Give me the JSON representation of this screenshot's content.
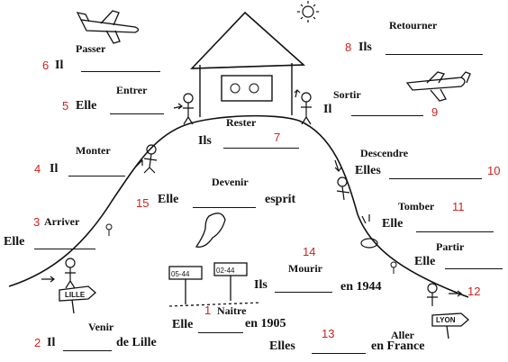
{
  "exercise": {
    "entries": [
      {
        "id": "1",
        "verb": "Naitre",
        "subject": "Elle",
        "after": "en 1905"
      },
      {
        "id": "2",
        "verb": "Venir",
        "subject": "Il",
        "after": "de Lille"
      },
      {
        "id": "3",
        "verb": "Arriver",
        "subject": "Elle",
        "after": ""
      },
      {
        "id": "4",
        "verb": "Monter",
        "subject": "Il",
        "after": ""
      },
      {
        "id": "5",
        "verb": "Entrer",
        "subject": "Elle",
        "after": ""
      },
      {
        "id": "6",
        "verb": "Passer",
        "subject": "Il",
        "after": ""
      },
      {
        "id": "7",
        "verb": "Rester",
        "subject": "Ils",
        "after": ""
      },
      {
        "id": "8",
        "verb": "Retourner",
        "subject": "Ils",
        "after": ""
      },
      {
        "id": "9",
        "verb": "Sortir",
        "subject": "Il",
        "after": ""
      },
      {
        "id": "10",
        "verb": "Descendre",
        "subject": "Elles",
        "after": ""
      },
      {
        "id": "11",
        "verb": "Tomber",
        "subject": "Elle",
        "after": ""
      },
      {
        "id": "12",
        "verb": "Partir",
        "subject": "Elle",
        "after": ""
      },
      {
        "id": "13",
        "verb": "Aller",
        "subject": "Elles",
        "after": "en France"
      },
      {
        "id": "14",
        "verb": "Mourir",
        "subject": "Ils",
        "after": "en 1944"
      },
      {
        "id": "15",
        "verb": "Devenir",
        "subject": "Elle",
        "after": "esprit"
      }
    ]
  },
  "signs": {
    "start": "LILLE",
    "end": "LYON"
  },
  "graves": {
    "left": "05-44",
    "right": "02-44"
  },
  "colors": {
    "number": "#d02020",
    "ink": "#111111"
  }
}
